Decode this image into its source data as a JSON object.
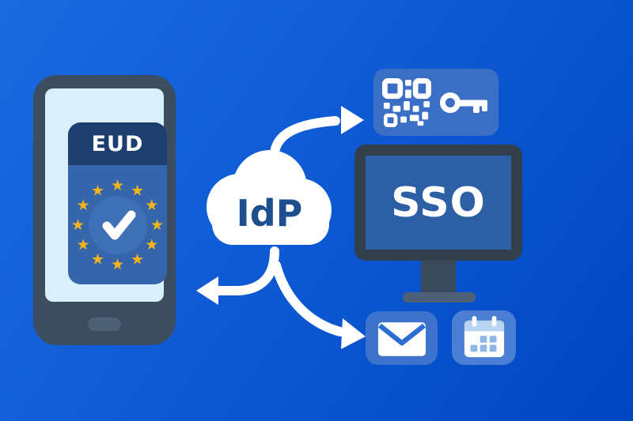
{
  "phone": {
    "card_title": "EUD",
    "emblem": "eu-stars-circle-with-checkmark",
    "star_count": 12
  },
  "cloud": {
    "label": "IdP"
  },
  "monitor": {
    "label": "SSO"
  },
  "panels": {
    "qr_key": {
      "icons": [
        "qr-code-icon",
        "key-icon"
      ]
    },
    "email": {
      "icons": [
        "envelope-icon"
      ]
    },
    "calendar": {
      "icons": [
        "calendar-icon"
      ]
    }
  },
  "arrows": [
    {
      "name": "cloud-to-qr-key-arrow",
      "direction": "up-right"
    },
    {
      "name": "cloud-to-phone-arrow",
      "direction": "left"
    },
    {
      "name": "cloud-to-email-arrow",
      "direction": "down-right"
    }
  ],
  "colors": {
    "background_start": "#1b6ae0",
    "background_end": "#0046c2",
    "phone_body": "#3c4d60",
    "phone_screen": "#d9effa",
    "card_header": "#1f3e70",
    "card_body": "#3566ac",
    "check_circle": "#3e70b5",
    "star_gold": "#f4b41a",
    "white": "#ffffff",
    "idp_text": "#1d4f8f",
    "monitor_frame": "#333f4b",
    "monitor_screen": "#2d5fa5",
    "monitor_base": "#4d6076",
    "qr_key_box": "#3b6fc6",
    "email_box": "#3d73cc",
    "calendar_box": "#4a7fd4"
  }
}
